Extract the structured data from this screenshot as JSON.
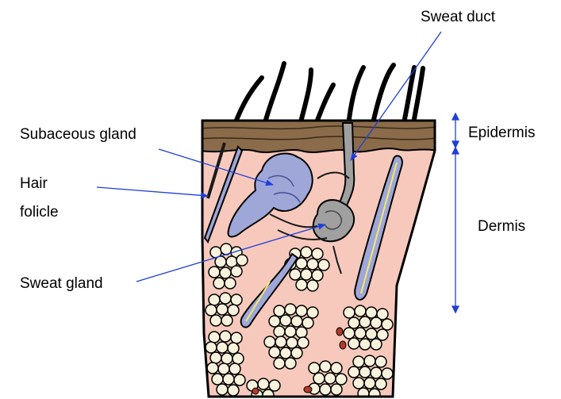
{
  "labels": {
    "sweat_duct": "Sweat duct",
    "subaceous_gland": "Subaceous gland",
    "hair_line1": "Hair",
    "hair_line2": "folicle",
    "sweat_gland": "Sweat gland",
    "epidermis": "Epidermis",
    "dermis": "Dermis"
  },
  "colors": {
    "pointer": "#1f3fd9",
    "skin": "#f7c9bc",
    "epidermis": "#8a6b4a",
    "gland": "#9ea7d8",
    "duct": "#a0a0a0",
    "fat": "#f7f2dc",
    "outline": "#000000"
  }
}
